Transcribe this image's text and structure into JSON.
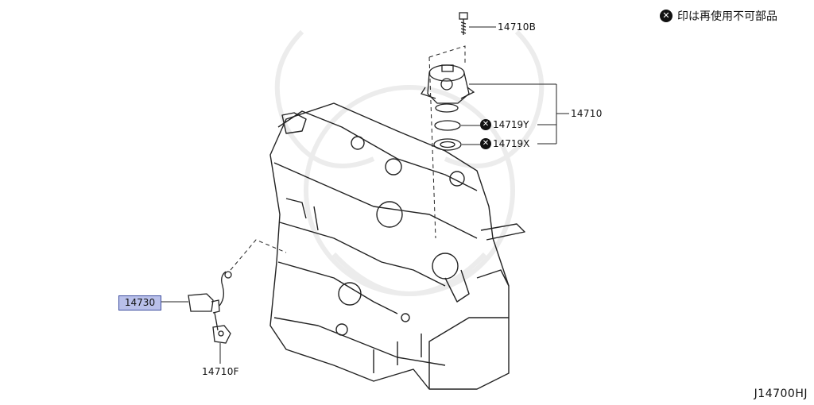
{
  "legend": {
    "icon": "x-circle-icon",
    "text": "印は再使用不可部品"
  },
  "parts": {
    "bolt": "14710B",
    "assembly": "14710",
    "o_ring": "14719Y",
    "gasket": "14719X",
    "sensor": "14730",
    "bracket": "14710F"
  },
  "diagram_code": "J14700HJ",
  "colors": {
    "highlight": "#b9c0ea",
    "line": "#111111"
  }
}
